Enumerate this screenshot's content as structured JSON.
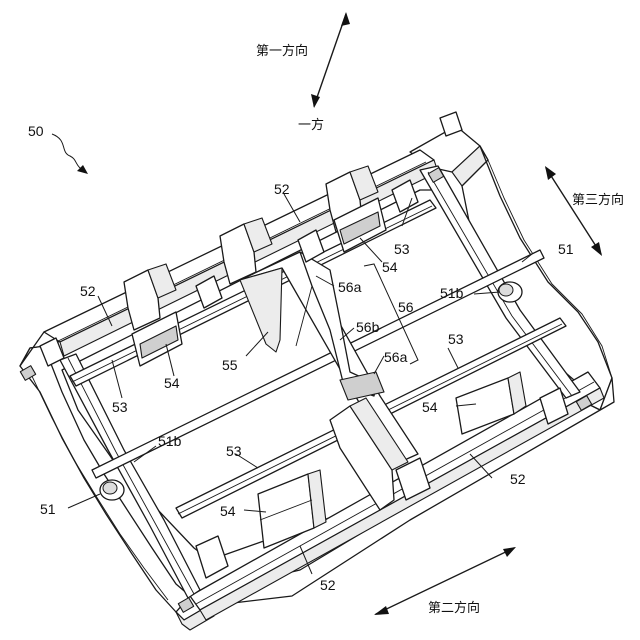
{
  "figure_number": "50",
  "directions": {
    "first": "第一方向",
    "one_side": "一方",
    "second": "第二方向",
    "third": "第三方向"
  },
  "labels": {
    "frame_side_right": "51",
    "frame_side_left": "51",
    "pin_right": "51b",
    "pin_left": "51b",
    "rail_top": "52",
    "rail_left": "52",
    "rail_right": "52",
    "rail_bottom": "52",
    "bar_right_upper": "53",
    "bar_left": "53",
    "bar_right_middle": "53",
    "bar_bottom": "53",
    "tab_upper": "54",
    "tab_left": "54",
    "tab_right": "54",
    "tab_bottom": "54",
    "partition": "55",
    "groove": "56",
    "groove_a_upper": "56a",
    "groove_b": "56b",
    "groove_a_lower": "56a"
  }
}
